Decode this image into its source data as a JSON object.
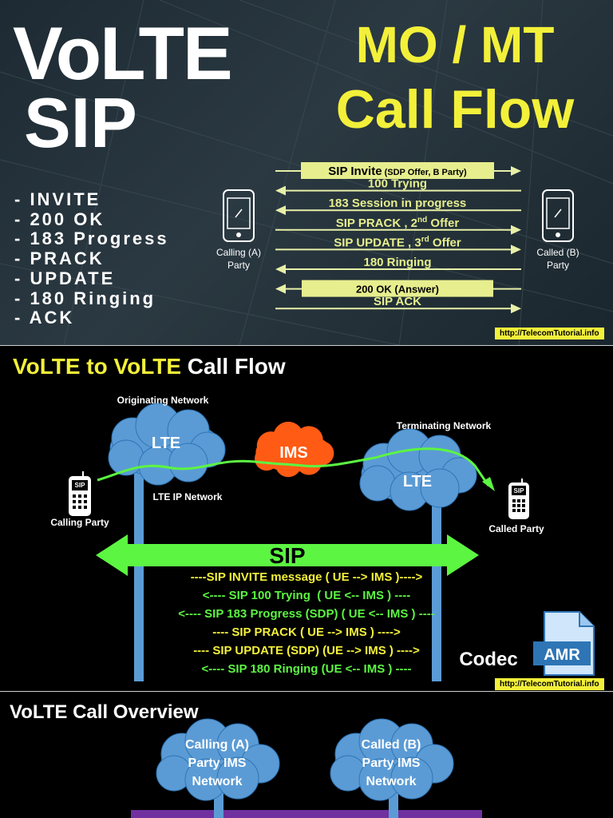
{
  "panel1": {
    "title_volte": "VoLTE",
    "title_sip": "SIP",
    "title_mo_mt": "MO / MT",
    "title_call_flow": "Call Flow",
    "list": [
      "- INVITE",
      "- 200 OK",
      "- 183 Progress",
      "- PRACK",
      "- UPDATE",
      "- 180 Ringing",
      "- ACK"
    ],
    "calling_party": [
      "Calling (A)",
      "Party"
    ],
    "called_party": [
      "Called (B)",
      "Party"
    ],
    "messages": [
      {
        "label": "SIP Invite",
        "detail": " (SDP Offer, B Party)",
        "dir": "right",
        "boxed": true
      },
      {
        "label": "100 Trying",
        "dir": "left",
        "boxed": false
      },
      {
        "label": "183 Session in progress",
        "dir": "left",
        "boxed": false
      },
      {
        "label": "SIP PRACK , 2",
        "sup": "nd",
        "tail": " Offer",
        "dir": "right",
        "boxed": false
      },
      {
        "label": "SIP UPDATE , 3",
        "sup": "rd",
        "tail": " Offer",
        "dir": "right",
        "boxed": false
      },
      {
        "label": "180 Ringing",
        "dir": "left",
        "boxed": false
      },
      {
        "label": "200 OK (Answer)",
        "dir": "left",
        "boxed": true
      },
      {
        "label": "SIP ACK",
        "dir": "right",
        "boxed": false
      }
    ],
    "url": "http://TelecomTutorial.info",
    "colors": {
      "yellow": "#f3f03a",
      "arrow": "#e8f0a8",
      "box": "#e6ee8e"
    }
  },
  "panel2": {
    "title_yellow": "VoLTE to VoLTE",
    "title_white": " Call Flow",
    "originating_network": "Originating Network",
    "terminating_network": "Terminating Network",
    "lte_left": "LTE",
    "lte_right": "LTE",
    "ims": "IMS",
    "lte_ip_network": "LTE IP Network",
    "calling_party": "Calling Party",
    "called_party": "Called Party",
    "phone_label": "SIP",
    "sip_arrow": "SIP",
    "lines": [
      {
        "text": "----SIP INVITE message ( UE --> IMS )---->",
        "color": "#f3f03a"
      },
      {
        "text": "<---- SIP 100 Trying  ( UE <-- IMS ) ----",
        "color": "#5cf542"
      },
      {
        "text": "<---- SIP 183 Progress (SDP) ( UE <-- IMS ) ----",
        "color": "#5cf542"
      },
      {
        "text": "---- SIP PRACK ( UE --> IMS ) ---->",
        "color": "#f3f03a"
      },
      {
        "text": "---- SIP UPDATE (SDP) (UE --> IMS ) ---->",
        "color": "#f3f03a"
      },
      {
        "text": "<---- SIP 180 Ringing (UE <-- IMS ) ----",
        "color": "#5cf542"
      }
    ],
    "codec": "Codec",
    "amr": "AMR",
    "url": "http://TelecomTutorial.info",
    "colors": {
      "cloud": "#5b9bd5",
      "ims": "#ff5b14",
      "green": "#5cf542",
      "pole": "#5b9bd5"
    }
  },
  "panel3": {
    "title": "VoLTE Call Overview",
    "cloud_a": [
      "Calling (A)",
      "Party IMS",
      "Network"
    ],
    "cloud_b": [
      "Called (B)",
      "Party IMS",
      "Network"
    ],
    "colors": {
      "cloud": "#5b9bd5",
      "bar": "#7030a0"
    }
  }
}
